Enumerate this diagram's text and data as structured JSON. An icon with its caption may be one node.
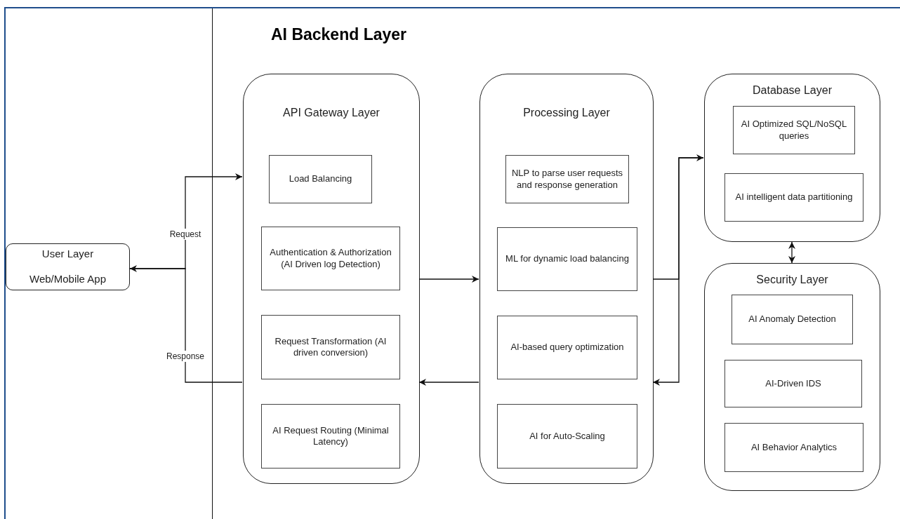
{
  "diagram": {
    "nodes": [
      {
        "text": [
          "AI Backend Layer"
        ]
      },
      {
        "text": [
          "User Layer",
          "Web/Mobile App"
        ]
      },
      {
        "text": [
          "API Gateway Layer"
        ],
        "in": 0
      },
      {
        "text": [
          "Load Balancing"
        ],
        "in": 2
      },
      {
        "text": [
          "Authentication & Authorization (AI Driven log Detection)"
        ],
        "in": 2
      },
      {
        "text": [
          "Request Transformation (AI driven conversion)"
        ],
        "in": 2
      },
      {
        "text": [
          "AI Request Routing (Minimal Latency)"
        ],
        "in": 2
      },
      {
        "text": [
          "Processing Layer"
        ],
        "in": 0
      },
      {
        "text": [
          "NLP to parse user requests and response generation"
        ],
        "in": 7
      },
      {
        "text": [
          "ML for dynamic load balancing"
        ],
        "in": 7
      },
      {
        "text": [
          "AI-based query optimization"
        ],
        "in": 7
      },
      {
        "text": [
          "AI for Auto-Scaling"
        ],
        "in": 7
      },
      {
        "text": [
          "Database Layer"
        ],
        "in": 0
      },
      {
        "text": [
          "AI Optimized SQL/NoSQL queries"
        ],
        "in": 12
      },
      {
        "text": [
          "AI intelligent data partitioning"
        ],
        "in": 12
      },
      {
        "text": [
          "Security Layer"
        ],
        "in": 0
      },
      {
        "text": [
          "AI Anomaly Detection"
        ],
        "in": 15
      },
      {
        "text": [
          "AI-Driven IDS"
        ],
        "in": 15
      },
      {
        "text": [
          "AI Behavior Analytics"
        ],
        "in": 15
      }
    ],
    "edges": [
      {
        "from": 1,
        "to": 2,
        "arrow": "to",
        "label": "Request"
      },
      {
        "from": 2,
        "to": 1,
        "arrow": "to",
        "label": "Response"
      },
      {
        "from": 2,
        "to": 7,
        "arrow": "to"
      },
      {
        "from": 7,
        "to": 2,
        "arrow": "to"
      },
      {
        "from": 7,
        "to": 12,
        "arrow": "to"
      },
      {
        "from": 12,
        "to": 7,
        "arrow": "to"
      },
      {
        "from": 12,
        "to": 15,
        "arrow": "both"
      }
    ]
  }
}
